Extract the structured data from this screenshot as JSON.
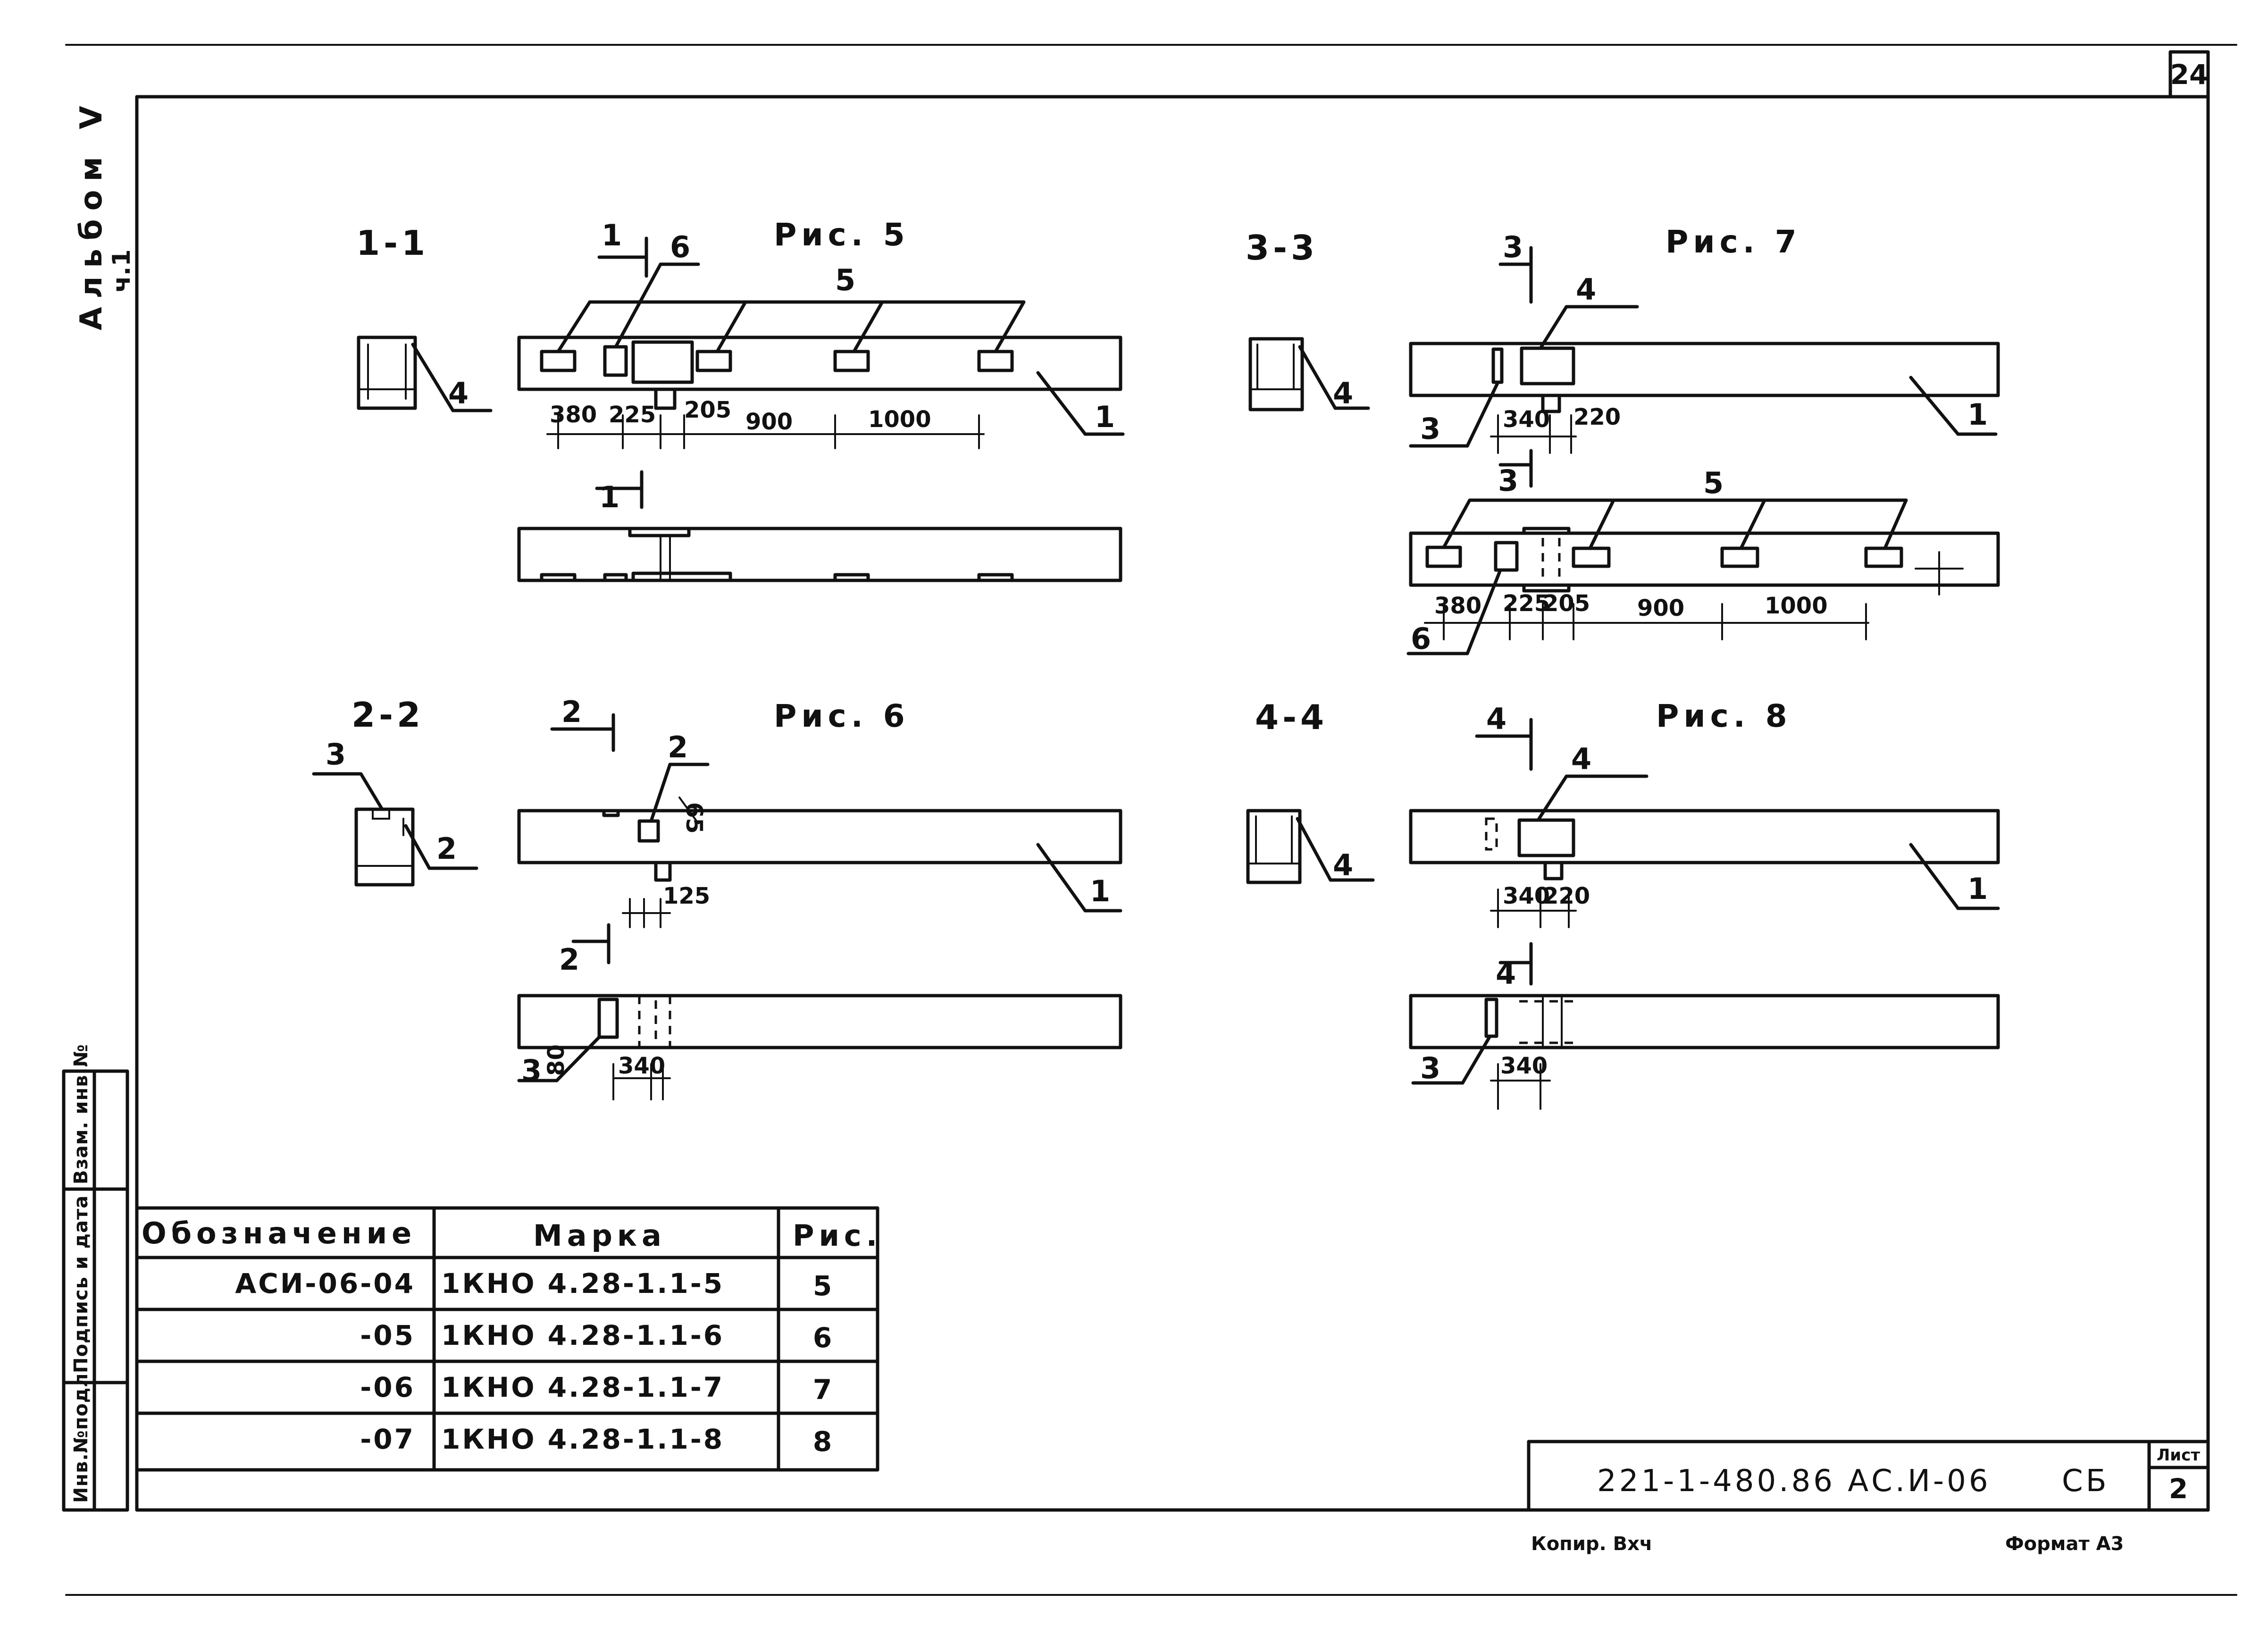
{
  "sheet_number": "24",
  "album": {
    "title": "Альбом V",
    "part": "ч.1"
  },
  "side_stamps": [
    "Инв.№подл",
    "Подпись и дата",
    "Взам. инв.№"
  ],
  "figures": [
    {
      "caption": "Рис. 5",
      "section": "1-1",
      "section_mark": "1",
      "callouts": {
        "column": "4",
        "beam": "1",
        "openings": "5",
        "opening_big": "6"
      },
      "dims": [
        "380",
        "225",
        "205",
        "900",
        "1000"
      ]
    },
    {
      "caption": "Рис. 6",
      "section": "2-2",
      "section_mark": "2",
      "callouts": {
        "opening": "2",
        "slot": "3",
        "beam": "1"
      },
      "dims": [
        "65",
        "125",
        "80",
        "340"
      ]
    },
    {
      "caption": "Рис. 7",
      "section": "3-3",
      "section_mark": "3",
      "callouts": {
        "column": "4",
        "slot": "3",
        "beam": "1",
        "openings": "5",
        "opening_big": "6"
      },
      "dims": [
        "340",
        "220",
        "380",
        "225",
        "205",
        "900",
        "1000"
      ]
    },
    {
      "caption": "Рис. 8",
      "section": "4-4",
      "section_mark": "4",
      "callouts": {
        "column": "4",
        "slot": "3",
        "beam": "1"
      },
      "dims": [
        "340",
        "220",
        "340"
      ]
    }
  ],
  "spec_table": {
    "headers": [
      "Обозначение",
      "Марка",
      "Рис."
    ],
    "rows": [
      [
        "АСИ-06-04",
        "1КНО 4.28-1.1-5",
        "5"
      ],
      [
        "-05",
        "1КНО 4.28-1.1-6",
        "6"
      ],
      [
        "-06",
        "1КНО 4.28-1.1-7",
        "7"
      ],
      [
        "-07",
        "1КНО 4.28-1.1-8",
        "8"
      ]
    ]
  },
  "title_block": {
    "code": "221-1-480.86  АС.И-06",
    "stage": "СБ",
    "sheet_label": "Лист",
    "sheet": "2"
  },
  "footer": {
    "copied": "Копир. Вхч",
    "format": "Формат А3"
  }
}
